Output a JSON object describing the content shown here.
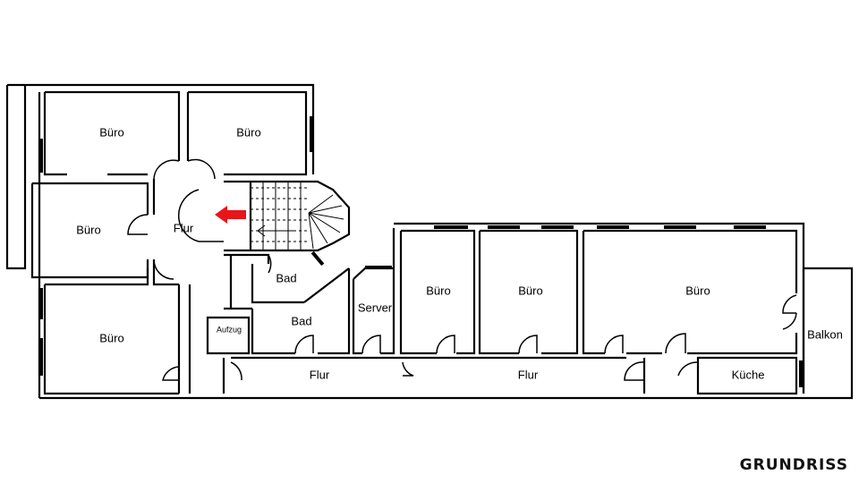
{
  "brand": "GRUNDRISS",
  "colors": {
    "wall": "#000000",
    "arrow": "#e8151b",
    "background": "#ffffff"
  },
  "rooms": {
    "buero_nw": "Büro",
    "buero_n": "Büro",
    "buero_w": "Büro",
    "flur_main": "Flur",
    "buero_sw": "Büro",
    "bad_upper": "Bad",
    "bad_lower": "Bad",
    "aufzug": "Aufzug",
    "server": "Server",
    "flur_south": "Flur",
    "buero_e1": "Büro",
    "buero_e2": "Büro",
    "buero_e3": "Büro",
    "flur_east": "Flur",
    "kueche": "Küche",
    "balkon": "Balkon"
  },
  "icons": {
    "entrance_marker": "red-arrow-left-icon",
    "stair": "staircase-icon"
  }
}
